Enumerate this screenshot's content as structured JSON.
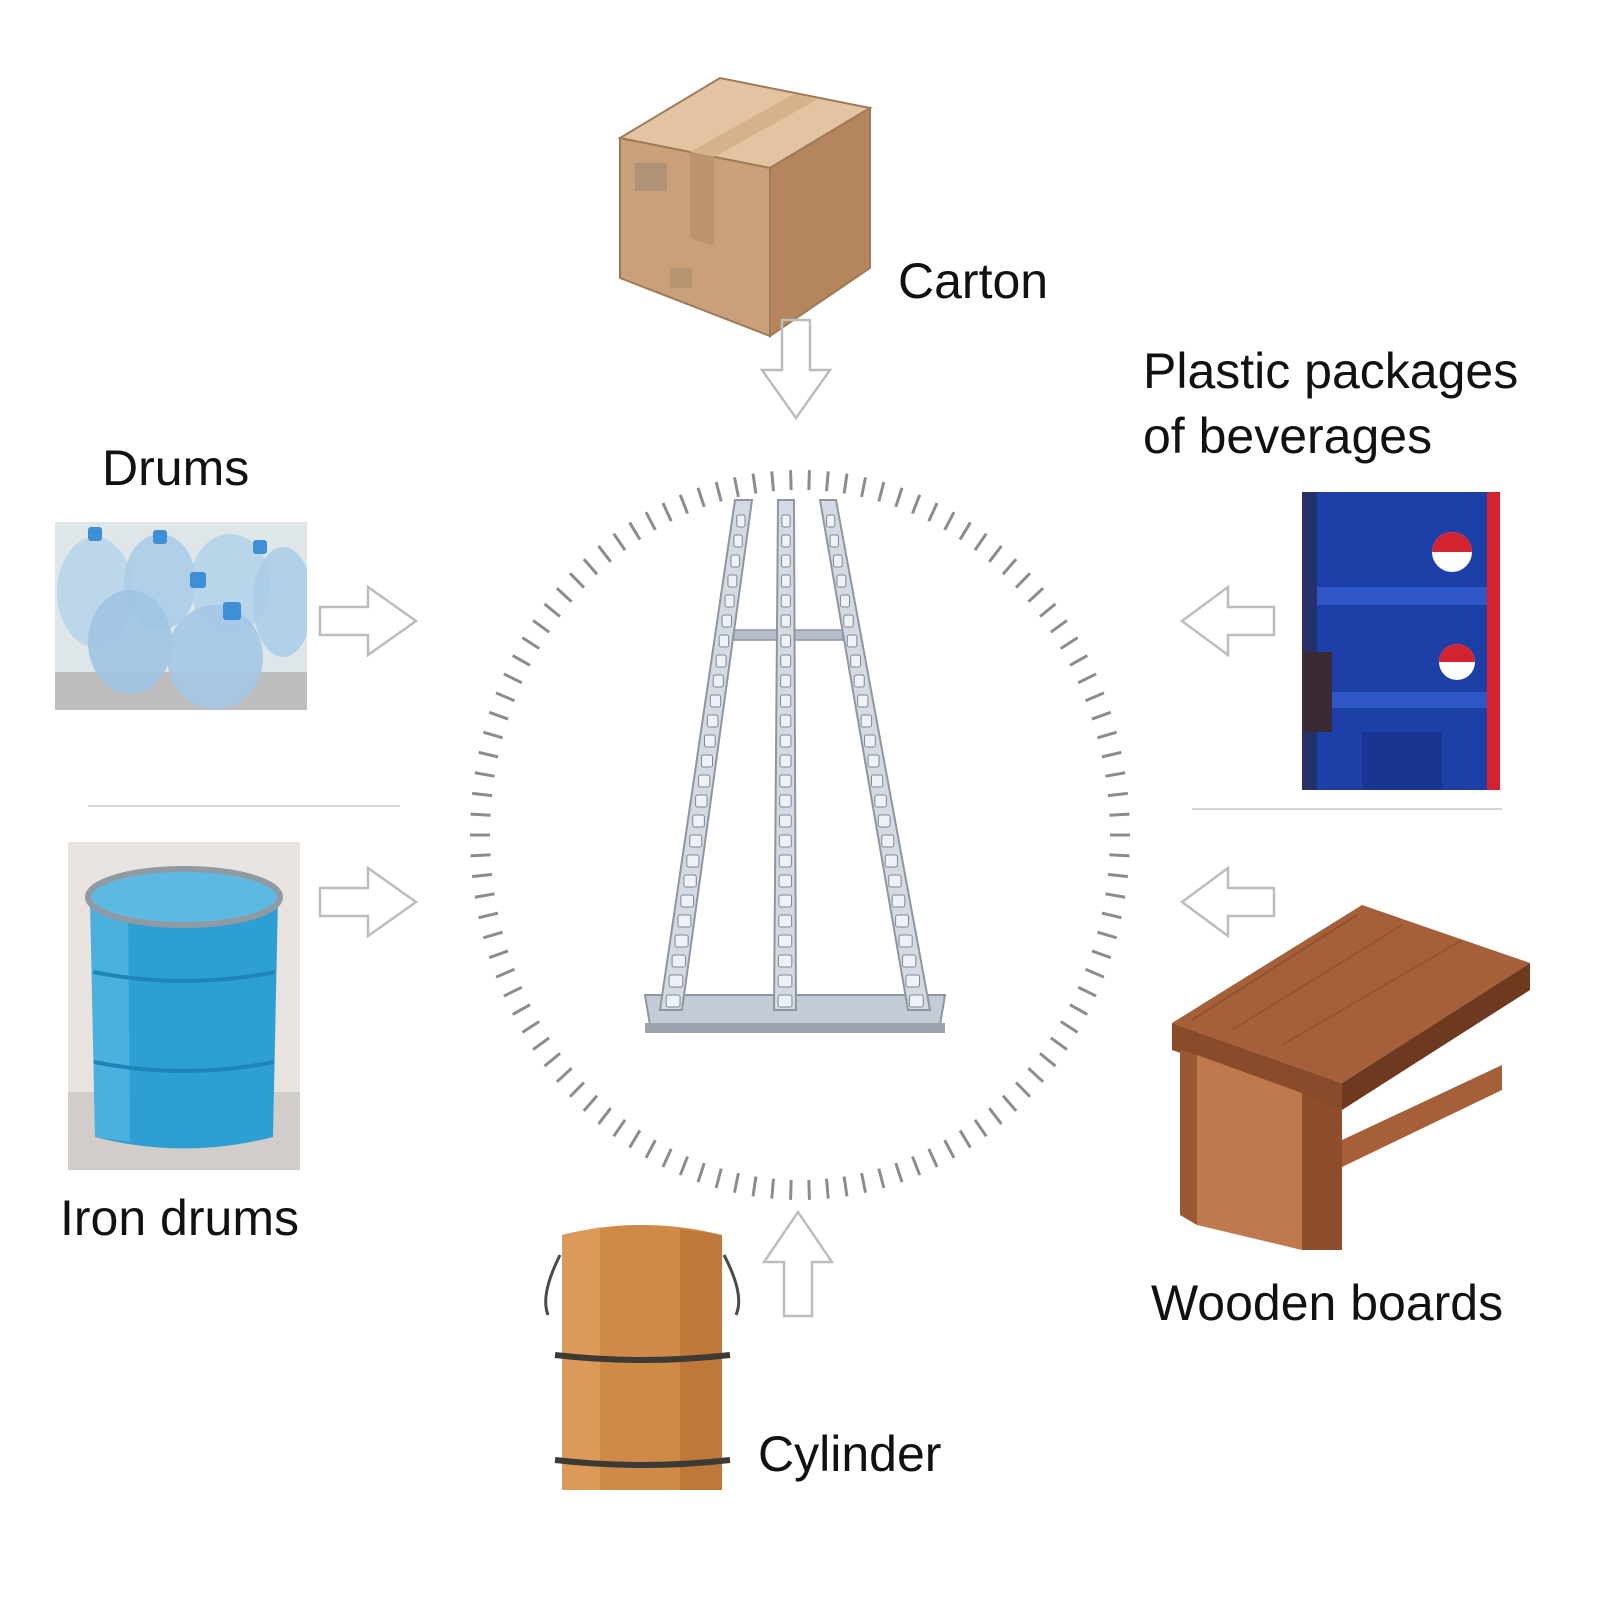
{
  "items": {
    "carton": {
      "label": "Carton",
      "icon": "carton-box-icon"
    },
    "beverages": {
      "label_line1": "Plastic packages",
      "label_line2": "of beverages",
      "icon": "beverage-pack-icon"
    },
    "drums": {
      "label": "Drums",
      "icon": "water-jug-icon"
    },
    "iron_drums": {
      "label": "Iron drums",
      "icon": "iron-drum-icon"
    },
    "wooden_boards": {
      "label": "Wooden boards",
      "icon": "wooden-profile-icon"
    },
    "cylinder": {
      "label": "Cylinder",
      "icon": "wooden-cylinder-icon"
    }
  },
  "center": {
    "icon": "roller-conveyor-icon"
  },
  "colors": {
    "cardboard": "#c9a07a",
    "iron_drum_blue": "#2e9fd3",
    "beverage_blue": "#1c3fa8",
    "wood": "#a5603a",
    "cylinder_wood": "#d08a47",
    "steel": "#c4ccd6",
    "arrow_outline": "#bdbdbd"
  }
}
